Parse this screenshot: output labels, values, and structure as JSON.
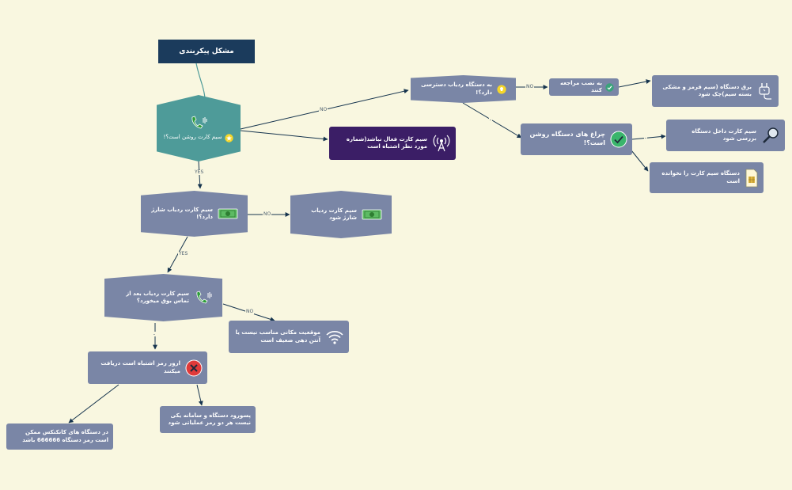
{
  "title": "مشکل پیکربندی",
  "nodes": {
    "sim_on": "سیم کارت روشن است؟!",
    "sim_inactive": "سیم کارت فعال نباشد(شماره مورد نظر اشتباه است",
    "tracker_access": "به دستگاه ردیاب دسترسی دارد؟!",
    "refer_installer": "به نصب مراجعه کنند",
    "device_power": "برق دستگاه (سیم قرمز و مشکی بسته سیم)چک شود",
    "device_lights": "چراغ های دستگاه روشن است؟!",
    "check_sim_inside": "سیم کارت داخل دستگاه بررسی شود",
    "sim_not_read": "دستگاه سیم کارت را نخوانده است",
    "sim_charge": "سیم کارت ردیاب شارژ دارد؟!",
    "charge_sim": "سیم کارت ردیاب شارژ شود",
    "call_answer": "سیم کارت ردیاب بعد از تماس بوق میخورد؟",
    "weak_signal": "موقعیت مکانی مناسب نیست یا آنتن دهی ضعیف است",
    "wrong_password": "ارور رمز اشتباه است دریافت میکنند",
    "default_password": "در دستگاه های کانکتکس ممکن است رمز دستگاه 666666 باشد",
    "reset_password": "پسورود دستگاه و سامانه یکی نیست هر دو رمز عملیاتی شود"
  },
  "connector_labels": {
    "sim_on_to_tracker": "NO",
    "sim_on_to_charge": "YES",
    "tracker_to_installer": "NO",
    "tracker_to_lights": "‌ـ",
    "lights_to_check_sim": "‌ـ",
    "charge_to_charge_sim": "NO",
    "charge_to_call": "YES",
    "call_to_weak": "NO",
    "call_to_error": "‌ـ"
  },
  "colors": {
    "background": "#f9f7e0",
    "box": "#7a86a6",
    "teal": "#4e9b99",
    "dark_purple": "#3b1e66",
    "title_navy": "#1b3b5c",
    "connector": "#16344e"
  },
  "icons": {
    "phone": "phone-vibrate-icon",
    "money": "money-bill-icon",
    "plug": "power-plug-icon",
    "check": "check-circle-icon",
    "search": "magnifier-icon",
    "sim": "sim-card-icon",
    "antenna": "antenna-icon",
    "wifi": "wifi-icon",
    "error": "error-circle-icon",
    "light": "light-bulb-icon",
    "star": "star-icon"
  }
}
